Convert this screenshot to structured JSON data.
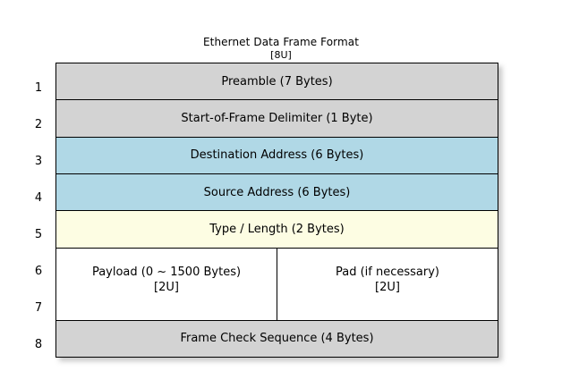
{
  "diagram": {
    "title": "Ethernet Data Frame Format",
    "title_tag": "[8U]",
    "row_numbers": [
      "1",
      "2",
      "3",
      "4",
      "5",
      "6",
      "7",
      "8"
    ],
    "colors": {
      "gray": "#d3d3d3",
      "blue": "#b0d8e6",
      "cream": "#fdfde3",
      "white": "#ffffff",
      "border": "#000000",
      "background": "#ffffff"
    },
    "rows": [
      {
        "number": "1",
        "label": "Preamble (7 Bytes)",
        "fill": "gray"
      },
      {
        "number": "2",
        "label": "Start-of-Frame Delimiter (1 Byte)",
        "fill": "gray"
      },
      {
        "number": "3",
        "label": "Destination Address (6 Bytes)",
        "fill": "blue"
      },
      {
        "number": "4",
        "label": "Source Address (6 Bytes)",
        "fill": "blue"
      },
      {
        "number": "5",
        "label": "Type / Length (2 Bytes)",
        "fill": "cream"
      },
      {
        "number": "6-7",
        "fill": "white",
        "split": true,
        "left": {
          "label": "Payload (0 ~ 1500 Bytes)",
          "tag": "[2U]"
        },
        "right": {
          "label": "Pad (if necessary)",
          "tag": "[2U]"
        }
      },
      {
        "number": "8",
        "label": "Frame Check Sequence (4 Bytes)",
        "fill": "gray"
      }
    ]
  }
}
